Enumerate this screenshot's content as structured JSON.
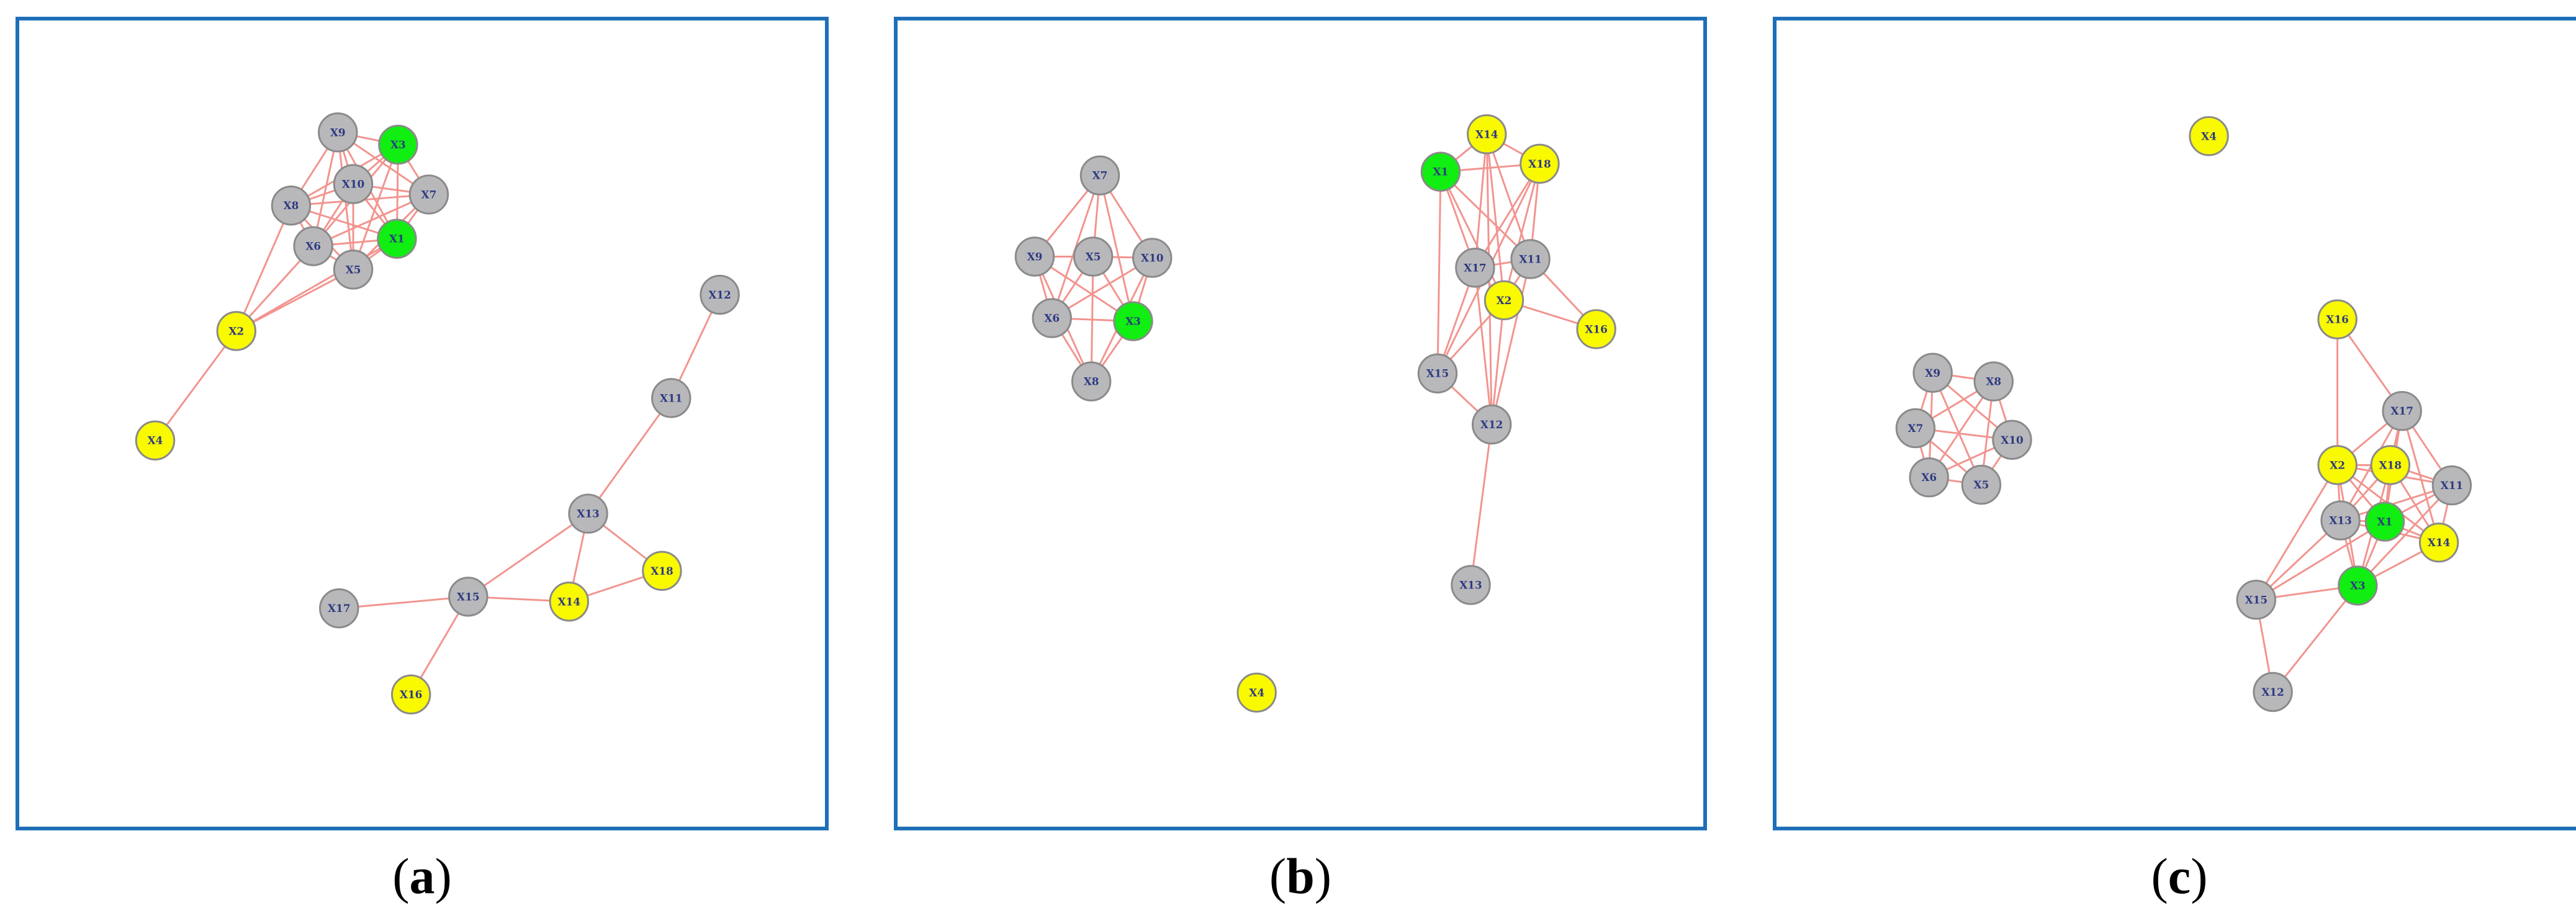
{
  "colors": {
    "border": "#1f6fb8",
    "edge": "#f2948f",
    "gray": "#b8b8bb",
    "green": "#11ee11",
    "yellow": "#f9f900"
  },
  "panels": [
    {
      "caption_open": "(",
      "caption_letter": "a",
      "caption_close": ")",
      "nodes": [
        {
          "id": "X9",
          "color": "gray"
        },
        {
          "id": "X3",
          "color": "green"
        },
        {
          "id": "X10",
          "color": "gray"
        },
        {
          "id": "X7",
          "color": "gray"
        },
        {
          "id": "X8",
          "color": "gray"
        },
        {
          "id": "X1",
          "color": "green"
        },
        {
          "id": "X6",
          "color": "gray"
        },
        {
          "id": "X5",
          "color": "gray"
        },
        {
          "id": "X2",
          "color": "yellow"
        },
        {
          "id": "X4",
          "color": "yellow"
        },
        {
          "id": "X12",
          "color": "gray"
        },
        {
          "id": "X11",
          "color": "gray"
        },
        {
          "id": "X13",
          "color": "gray"
        },
        {
          "id": "X18",
          "color": "yellow"
        },
        {
          "id": "X17",
          "color": "gray"
        },
        {
          "id": "X15",
          "color": "gray"
        },
        {
          "id": "X14",
          "color": "yellow"
        },
        {
          "id": "X16",
          "color": "yellow"
        }
      ],
      "edges": [
        [
          "X9",
          "X3"
        ],
        [
          "X9",
          "X10"
        ],
        [
          "X9",
          "X8"
        ],
        [
          "X9",
          "X6"
        ],
        [
          "X9",
          "X1"
        ],
        [
          "X9",
          "X7"
        ],
        [
          "X9",
          "X5"
        ],
        [
          "X3",
          "X10"
        ],
        [
          "X3",
          "X7"
        ],
        [
          "X3",
          "X1"
        ],
        [
          "X3",
          "X8"
        ],
        [
          "X3",
          "X6"
        ],
        [
          "X3",
          "X5"
        ],
        [
          "X10",
          "X7"
        ],
        [
          "X10",
          "X8"
        ],
        [
          "X10",
          "X6"
        ],
        [
          "X10",
          "X1"
        ],
        [
          "X10",
          "X5"
        ],
        [
          "X7",
          "X1"
        ],
        [
          "X7",
          "X8"
        ],
        [
          "X7",
          "X6"
        ],
        [
          "X7",
          "X5"
        ],
        [
          "X8",
          "X6"
        ],
        [
          "X8",
          "X1"
        ],
        [
          "X8",
          "X5"
        ],
        [
          "X6",
          "X1"
        ],
        [
          "X6",
          "X5"
        ],
        [
          "X5",
          "X1"
        ],
        [
          "X2",
          "X8"
        ],
        [
          "X2",
          "X6"
        ],
        [
          "X2",
          "X5"
        ],
        [
          "X2",
          "X1"
        ],
        [
          "X2",
          "X4"
        ],
        [
          "X12",
          "X11"
        ],
        [
          "X11",
          "X13"
        ],
        [
          "X13",
          "X15"
        ],
        [
          "X13",
          "X14"
        ],
        [
          "X13",
          "X18"
        ],
        [
          "X14",
          "X18"
        ],
        [
          "X15",
          "X14"
        ],
        [
          "X15",
          "X17"
        ],
        [
          "X15",
          "X16"
        ]
      ]
    },
    {
      "caption_open": "(",
      "caption_letter": "b",
      "caption_close": ")",
      "nodes": [
        {
          "id": "X7",
          "color": "gray"
        },
        {
          "id": "X9",
          "color": "gray"
        },
        {
          "id": "X5",
          "color": "gray"
        },
        {
          "id": "X10",
          "color": "gray"
        },
        {
          "id": "X6",
          "color": "gray"
        },
        {
          "id": "X3",
          "color": "green"
        },
        {
          "id": "X8",
          "color": "gray"
        },
        {
          "id": "X14",
          "color": "yellow"
        },
        {
          "id": "X1",
          "color": "green"
        },
        {
          "id": "X18",
          "color": "yellow"
        },
        {
          "id": "X17",
          "color": "gray"
        },
        {
          "id": "X11",
          "color": "gray"
        },
        {
          "id": "X2",
          "color": "yellow"
        },
        {
          "id": "X16",
          "color": "yellow"
        },
        {
          "id": "X15",
          "color": "gray"
        },
        {
          "id": "X12",
          "color": "gray"
        },
        {
          "id": "X13",
          "color": "gray"
        },
        {
          "id": "X4",
          "color": "yellow"
        }
      ],
      "edges": [
        [
          "X7",
          "X9"
        ],
        [
          "X7",
          "X5"
        ],
        [
          "X7",
          "X10"
        ],
        [
          "X7",
          "X6"
        ],
        [
          "X7",
          "X3"
        ],
        [
          "X9",
          "X5"
        ],
        [
          "X9",
          "X6"
        ],
        [
          "X9",
          "X3"
        ],
        [
          "X9",
          "X8"
        ],
        [
          "X5",
          "X10"
        ],
        [
          "X5",
          "X6"
        ],
        [
          "X5",
          "X3"
        ],
        [
          "X5",
          "X8"
        ],
        [
          "X10",
          "X3"
        ],
        [
          "X10",
          "X6"
        ],
        [
          "X6",
          "X3"
        ],
        [
          "X6",
          "X8"
        ],
        [
          "X3",
          "X8"
        ],
        [
          "X10",
          "X8"
        ],
        [
          "X1",
          "X14"
        ],
        [
          "X1",
          "X18"
        ],
        [
          "X1",
          "X17"
        ],
        [
          "X1",
          "X11"
        ],
        [
          "X1",
          "X2"
        ],
        [
          "X1",
          "X15"
        ],
        [
          "X14",
          "X18"
        ],
        [
          "X14",
          "X17"
        ],
        [
          "X14",
          "X11"
        ],
        [
          "X14",
          "X2"
        ],
        [
          "X14",
          "X12"
        ],
        [
          "X18",
          "X17"
        ],
        [
          "X18",
          "X11"
        ],
        [
          "X18",
          "X2"
        ],
        [
          "X18",
          "X15"
        ],
        [
          "X17",
          "X11"
        ],
        [
          "X17",
          "X2"
        ],
        [
          "X17",
          "X15"
        ],
        [
          "X17",
          "X12"
        ],
        [
          "X11",
          "X2"
        ],
        [
          "X11",
          "X16"
        ],
        [
          "X11",
          "X12"
        ],
        [
          "X2",
          "X16"
        ],
        [
          "X2",
          "X15"
        ],
        [
          "X2",
          "X12"
        ],
        [
          "X15",
          "X12"
        ],
        [
          "X12",
          "X13"
        ]
      ]
    },
    {
      "caption_open": "(",
      "caption_letter": "c",
      "caption_close": ")",
      "nodes": [
        {
          "id": "X4",
          "color": "yellow"
        },
        {
          "id": "X16",
          "color": "yellow"
        },
        {
          "id": "X9",
          "color": "gray"
        },
        {
          "id": "X8",
          "color": "gray"
        },
        {
          "id": "X7",
          "color": "gray"
        },
        {
          "id": "X10",
          "color": "gray"
        },
        {
          "id": "X6",
          "color": "gray"
        },
        {
          "id": "X5",
          "color": "gray"
        },
        {
          "id": "X17",
          "color": "gray"
        },
        {
          "id": "X2",
          "color": "yellow"
        },
        {
          "id": "X18",
          "color": "yellow"
        },
        {
          "id": "X11",
          "color": "gray"
        },
        {
          "id": "X13",
          "color": "gray"
        },
        {
          "id": "X1",
          "color": "green"
        },
        {
          "id": "X14",
          "color": "yellow"
        },
        {
          "id": "X3",
          "color": "green"
        },
        {
          "id": "X15",
          "color": "gray"
        },
        {
          "id": "X12",
          "color": "gray"
        }
      ],
      "edges": [
        [
          "X9",
          "X8"
        ],
        [
          "X9",
          "X7"
        ],
        [
          "X9",
          "X10"
        ],
        [
          "X9",
          "X6"
        ],
        [
          "X9",
          "X5"
        ],
        [
          "X8",
          "X7"
        ],
        [
          "X8",
          "X10"
        ],
        [
          "X8",
          "X6"
        ],
        [
          "X8",
          "X5"
        ],
        [
          "X7",
          "X10"
        ],
        [
          "X7",
          "X6"
        ],
        [
          "X7",
          "X5"
        ],
        [
          "X10",
          "X6"
        ],
        [
          "X10",
          "X5"
        ],
        [
          "X6",
          "X5"
        ],
        [
          "X16",
          "X17"
        ],
        [
          "X16",
          "X2"
        ],
        [
          "X17",
          "X2"
        ],
        [
          "X17",
          "X18"
        ],
        [
          "X17",
          "X11"
        ],
        [
          "X17",
          "X13"
        ],
        [
          "X17",
          "X1"
        ],
        [
          "X17",
          "X14"
        ],
        [
          "X2",
          "X18"
        ],
        [
          "X2",
          "X13"
        ],
        [
          "X2",
          "X1"
        ],
        [
          "X2",
          "X14"
        ],
        [
          "X2",
          "X3"
        ],
        [
          "X2",
          "X15"
        ],
        [
          "X2",
          "X11"
        ],
        [
          "X18",
          "X11"
        ],
        [
          "X18",
          "X13"
        ],
        [
          "X18",
          "X1"
        ],
        [
          "X18",
          "X14"
        ],
        [
          "X18",
          "X3"
        ],
        [
          "X11",
          "X1"
        ],
        [
          "X11",
          "X14"
        ],
        [
          "X11",
          "X3"
        ],
        [
          "X11",
          "X13"
        ],
        [
          "X13",
          "X1"
        ],
        [
          "X13",
          "X14"
        ],
        [
          "X13",
          "X3"
        ],
        [
          "X13",
          "X15"
        ],
        [
          "X1",
          "X14"
        ],
        [
          "X1",
          "X3"
        ],
        [
          "X14",
          "X3"
        ],
        [
          "X15",
          "X3"
        ],
        [
          "X15",
          "X12"
        ],
        [
          "X12",
          "X3"
        ],
        [
          "X15",
          "X1"
        ]
      ]
    }
  ]
}
